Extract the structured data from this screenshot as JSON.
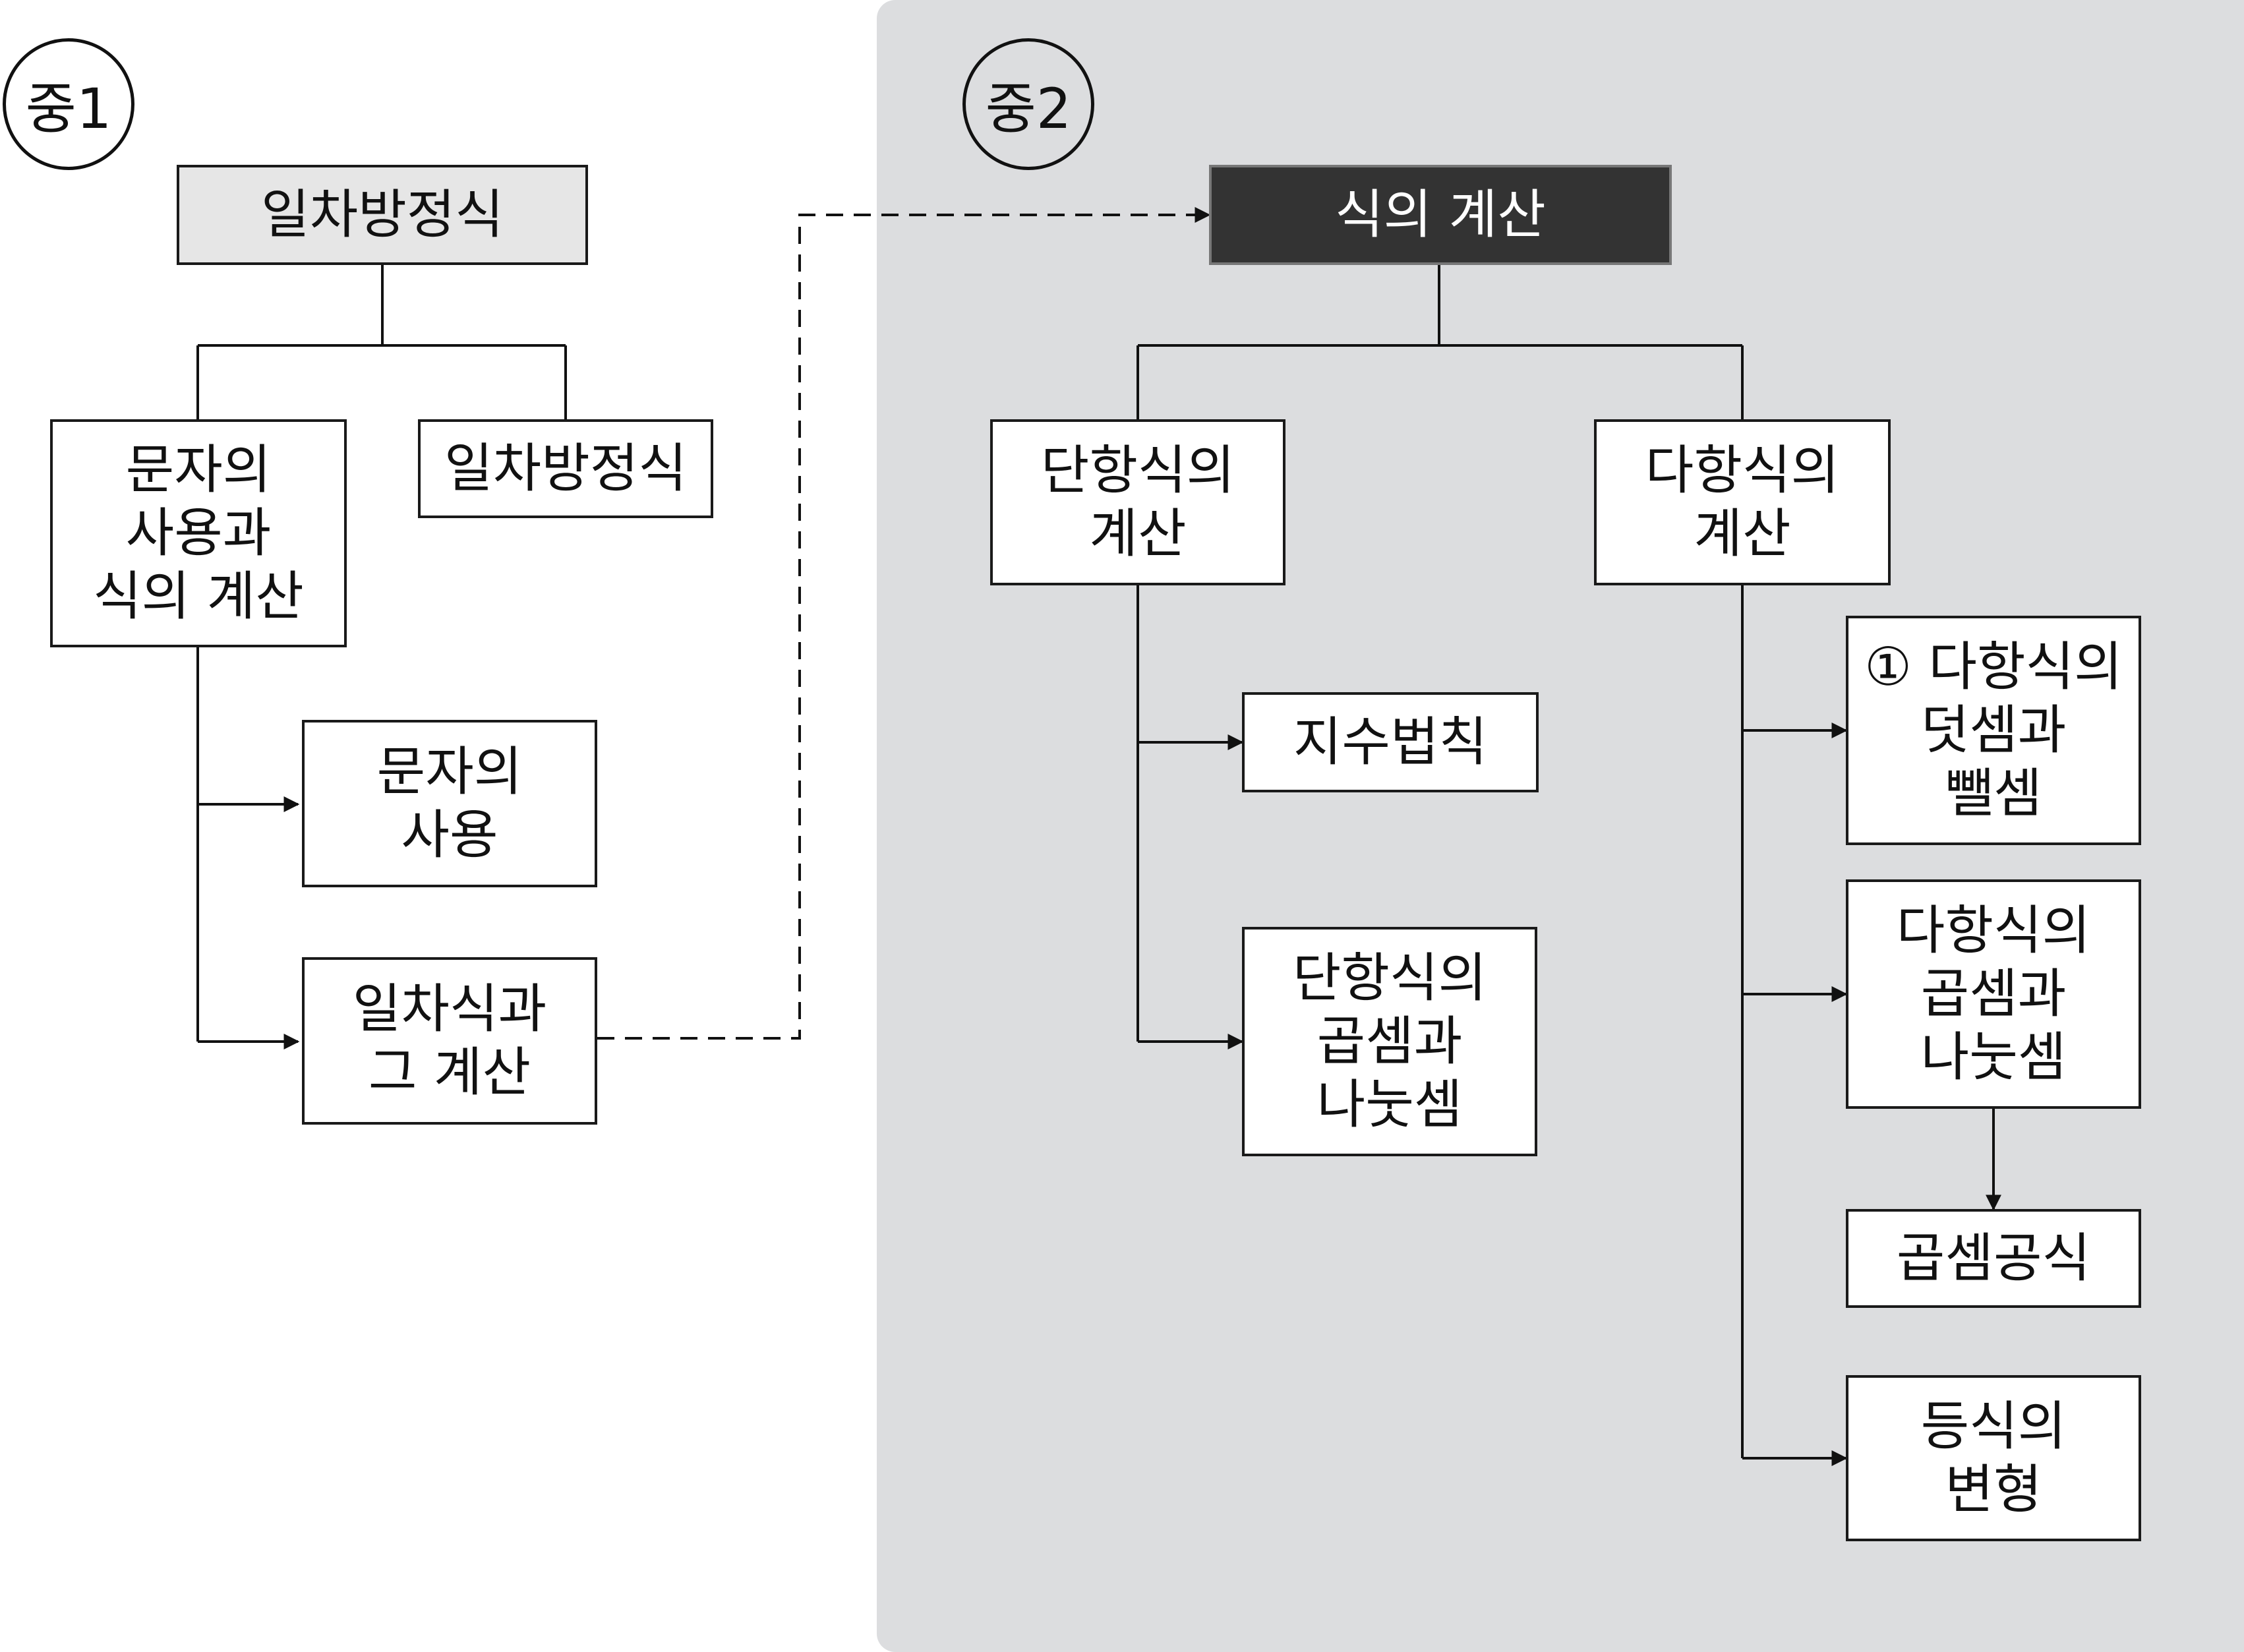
{
  "badges": {
    "grade1": "중1",
    "grade2": "중2"
  },
  "grade1": {
    "root": "일차방정식",
    "child_letters": "문자의\n사용과\n식의  계산",
    "child_equation": "일차방정식",
    "use_of_letters": "문자의\n사용",
    "linear_expr": "일차식과\n그  계산"
  },
  "grade2": {
    "root": "식의  계산",
    "monomial": "단항식의\n계산",
    "polynomial": "다항식의\n계산",
    "exponent_laws": "지수법칙",
    "monomial_muldiv": "단항식의\n곱셈과\n나눗셈",
    "poly_addsub": "①  다항식의\n덧셈과\n뺄셈",
    "poly_muldiv": "다항식의\n곱셈과\n나눗셈",
    "mult_formula": "곱셈공식",
    "equation_transform": "등식의\n변형"
  },
  "colors": {
    "panel": "#dcdddf",
    "dark_box": "#333333",
    "light_box": "#e6e6e6",
    "line": "#111111"
  }
}
